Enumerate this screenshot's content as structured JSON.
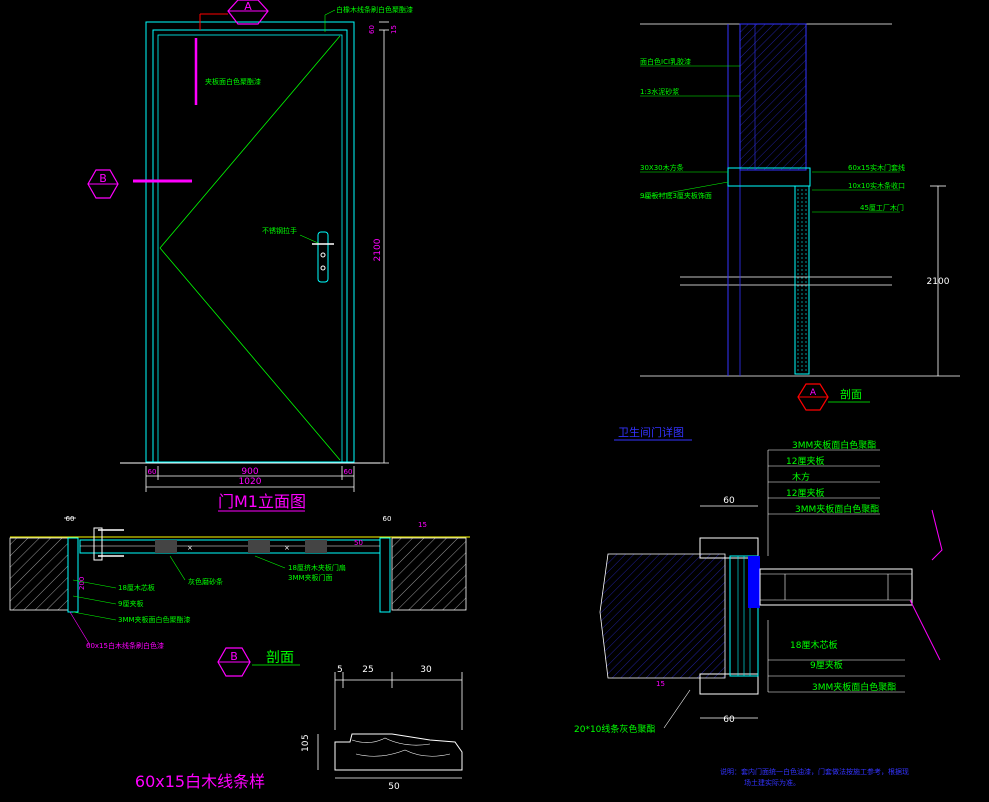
{
  "colors": {
    "background": "#000000",
    "frame": "#00ffff",
    "dimension": "#ffffff",
    "annotation": "#00ff00",
    "grid": "#ff00ff",
    "section": "#0000ff",
    "accent": "#ff0000",
    "title_blue": "#3333ff",
    "floor": "#ffff00"
  },
  "elevation": {
    "grid_a": "A",
    "grid_b": "B",
    "top_note": "白橡木线条刷白色聚酯漆",
    "panel_note": "夹板面白色聚酯漆",
    "handle_note": "不锈钢拉手",
    "height_dim": "2100",
    "top_dim_1": "60",
    "top_dim_2": "15",
    "side_dim_left": "60",
    "side_dim_right": "60",
    "width_dim": "900",
    "total_width_dim": "1020",
    "title": "门M1立面图"
  },
  "plan_section": {
    "dim_60": "60",
    "dim_15": "15",
    "dim_50": "50",
    "dim_200": "200",
    "notes": [
      "18厘木芯板",
      "9厘夹板",
      "3MM夹板面白色聚酯漆",
      "60x15白木线条刷白色漆"
    ],
    "mid_notes": [
      "灰色磨砂条",
      "18厘挤木夹板门扇",
      "3MM夹板门面"
    ],
    "grid_b": "B",
    "label": "剖面"
  },
  "moulding": {
    "dims": [
      "5",
      "25",
      "30"
    ],
    "height_dims": [
      "10",
      "5"
    ],
    "width_dim": "50",
    "title": "60x15白木线条样"
  },
  "vertical_section": {
    "notes_left": [
      "面白色ICI乳胶漆",
      "1:3水泥砂浆",
      "30X30木方条",
      "9厘板衬底3厘夹板饰面"
    ],
    "notes_right": [
      "60x15实木门套线",
      "10x10实木条收口",
      "45厘工厂木门"
    ],
    "height_dim": "2100",
    "grid_a": "A",
    "label": "剖面"
  },
  "detail": {
    "title": "卫生间门详图",
    "top_notes": [
      "3MM夹板面白色聚酯",
      "12厘夹板",
      "木方",
      "12厘夹板",
      "3MM夹板面白色聚酯"
    ],
    "bottom_notes": [
      "18厘木芯板",
      "9厘夹板",
      "3MM夹板面白色聚酯"
    ],
    "left_note": "20*10线条灰色聚酯",
    "dim_top": "60",
    "dim_bottom": "60",
    "dim_15": "15",
    "footnote_line1": "说明：套内门面统一白色油漆，门套做法按施工参考，根据现",
    "footnote_line2": "场土建实际为准。"
  }
}
